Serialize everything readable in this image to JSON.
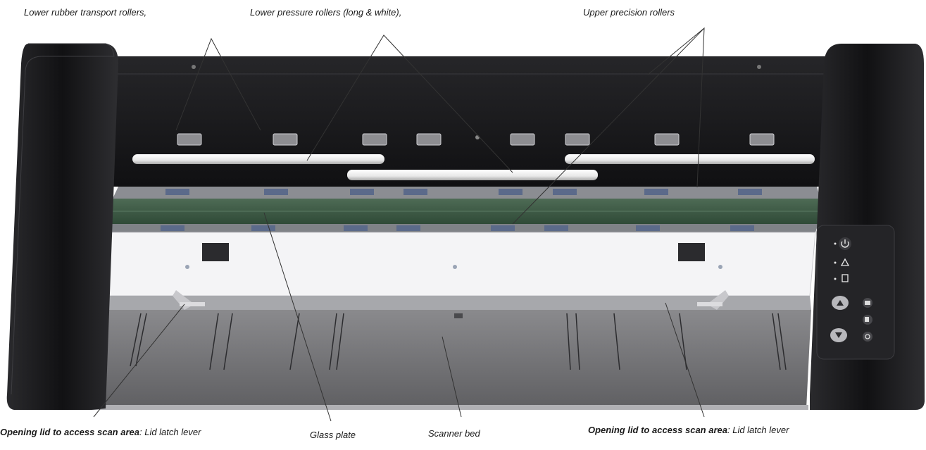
{
  "labels": {
    "lower_rubber": "Lower rubber transport rollers,",
    "lower_pressure": "Lower pressure rollers (long & white),",
    "upper_precision": "Upper precision rollers",
    "lid_left_bold": "Opening lid to access scan area",
    "lid_left_rest": ": Lid latch lever",
    "glass_plate": "Glass plate",
    "scanner_bed": "Scanner bed",
    "lid_right_bold": "Opening lid to access scan area",
    "lid_right_rest": ": Lid latch lever"
  },
  "panel_icons": [
    "power-icon",
    "warning-icon",
    "document-icon",
    "up-arrow-button-icon",
    "folder-icon",
    "down-arrow-button-icon",
    "copy-icon",
    "settings-icon"
  ],
  "colors": {
    "body_black": "#1b1b1d",
    "bed_gray": "#707073",
    "glass_green": "#3e5a45",
    "lid_white": "#f4f4f6",
    "roller_white": "#f2f2f2"
  }
}
